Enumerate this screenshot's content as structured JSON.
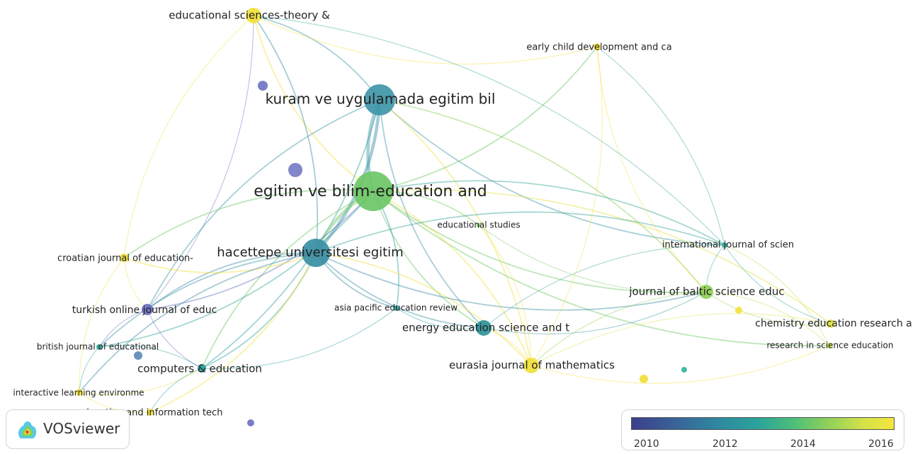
{
  "nodes": [
    {
      "id": "edsci",
      "label": "educational sciences-theory &",
      "color": "#f2e13a"
    },
    {
      "id": "early",
      "label": "early child development and ca",
      "color": "#f3e23b"
    },
    {
      "id": "kuram",
      "label": "kuram ve uygulamada egitim bil",
      "color": "#3f96a8"
    },
    {
      "id": "egitim",
      "label": "egitim ve bilim-education and",
      "color": "#6cc766"
    },
    {
      "id": "edstudies",
      "label": "educational studies",
      "color": "#7fcf6a"
    },
    {
      "id": "hacettepe",
      "label": "hacettepe universitesi egitim",
      "color": "#3a8ea3"
    },
    {
      "id": "croatian",
      "label": "croatian journal of education-",
      "color": "#f2e13a"
    },
    {
      "id": "ijsci",
      "label": "international journal of scien",
      "color": "#3aa79a"
    },
    {
      "id": "baltic",
      "label": "journal of baltic science educ",
      "color": "#8fd055"
    },
    {
      "id": "turkish",
      "label": "turkish online journal of educ",
      "color": "#6a6fbf"
    },
    {
      "id": "asia",
      "label": "asia pacific education review",
      "color": "#2f9fa0"
    },
    {
      "id": "chem",
      "label": "chemistry education research a",
      "color": "#dfe24a"
    },
    {
      "id": "energy",
      "label": "energy education science and t",
      "color": "#2f9399"
    },
    {
      "id": "british",
      "label": "british journal of educational",
      "color": "#31a59b"
    },
    {
      "id": "research",
      "label": "research in science education",
      "color": "#c6dd47"
    },
    {
      "id": "computers",
      "label": "computers & education",
      "color": "#2ea09c"
    },
    {
      "id": "eurasia",
      "label": "eurasia journal of mathematics",
      "color": "#f0e03c"
    },
    {
      "id": "interactive",
      "label": "interactive learning environme",
      "color": "#f2e13a"
    },
    {
      "id": "eit",
      "label": "education and information tech",
      "color": "#f3e23b"
    }
  ],
  "logo": {
    "text": "VOSviewer",
    "icon": "vosviewer-logo-icon"
  },
  "legend": {
    "ticks": [
      "2010",
      "2012",
      "2014",
      "2016"
    ],
    "range": [
      2009.2,
      2016.6
    ],
    "colors": [
      "#3b3f8c",
      "#2aa39a",
      "#95d257",
      "#f6e53c"
    ]
  }
}
